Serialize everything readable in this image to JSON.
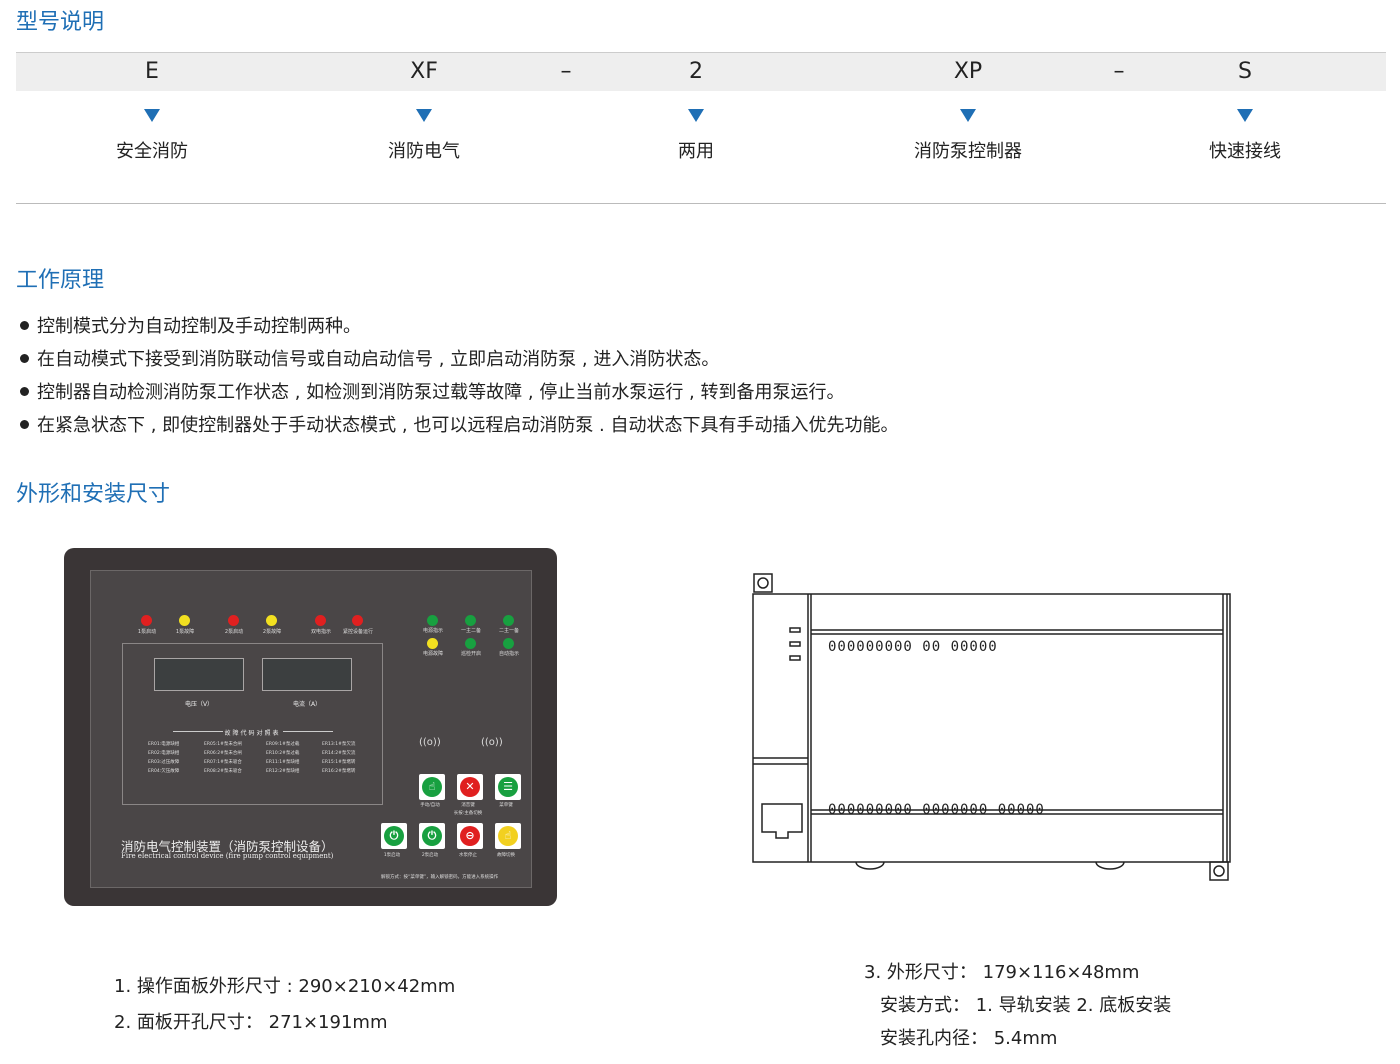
{
  "sections": {
    "model": "型号说明",
    "principle": "工作原理",
    "dimensions": "外形和安装尺寸"
  },
  "model_code": [
    {
      "code": "E",
      "meaning": "安全消防"
    },
    {
      "code": "XF",
      "meaning": "消防电气"
    },
    {
      "code": "2",
      "meaning": "两用"
    },
    {
      "code": "XP",
      "meaning": "消防泵控制器"
    },
    {
      "code": "S",
      "meaning": "快速接线"
    }
  ],
  "separator": "–",
  "principle_bullets": [
    "控制模式分为自动控制及手动控制两种。",
    "在自动模式下接受到消防联动信号或自动启动信号 , 立即启动消防泵 , 进入消防状态。",
    "控制器自动检测消防泵工作状态 , 如检测到消防泵过载等故障 , 停止当前水泵运行 , 转到备用泵运行。",
    "在紧急状态下 , 即使控制器处于手动状态模式 , 也可以远程启动消防泵 . 自动状态下具有手动插入优先功能。"
  ],
  "panel": {
    "top_lamps": [
      {
        "label": "1泵启动",
        "color": "#e02020"
      },
      {
        "label": "1泵故障",
        "color": "#f2e020"
      },
      {
        "label": "2泵启动",
        "color": "#e02020"
      },
      {
        "label": "2泵故障",
        "color": "#f2e020"
      },
      {
        "label": "双电指示",
        "color": "#e02020"
      },
      {
        "label": "紧控设备运行",
        "color": "#e02020"
      }
    ],
    "right_lamps": [
      {
        "label": "电源指示",
        "color": "#18a040"
      },
      {
        "label": "一主二备",
        "color": "#18a040"
      },
      {
        "label": "二主一备",
        "color": "#18a040"
      },
      {
        "label": "电源故障",
        "color": "#f2e020"
      },
      {
        "label": "巡检开启",
        "color": "#18a040"
      },
      {
        "label": "自动指示",
        "color": "#18a040"
      }
    ],
    "voltage_label": "电压（V）",
    "current_label": "电流（A）",
    "fault_table_title": "故障代码对照表",
    "fault_codes": [
      [
        "ER01:电源缺相",
        "ER05:1#泵未合闸",
        "ER09:1#泵过载",
        "ER13:1#泵欠流"
      ],
      [
        "ER02:电源缺相",
        "ER06:2#泵未合闸",
        "ER10:2#泵过载",
        "ER14:2#泵欠流"
      ],
      [
        "ER03:过压故障",
        "ER07:1#泵未吸合",
        "ER11:1#泵缺相",
        "ER15:1#泵堵转"
      ],
      [
        "ER04:欠压故障",
        "ER08:2#泵未吸合",
        "ER12:2#泵缺相",
        "ER16:2#泵堵转"
      ]
    ],
    "keys_top": [
      {
        "label": "手动/自动",
        "color": "#18a040",
        "glyph": "☝"
      },
      {
        "label": "消音键",
        "color": "#e02020",
        "glyph": "✕"
      },
      {
        "label": "菜单键",
        "color": "#18a040",
        "glyph": "☰"
      }
    ],
    "keys_bottom": [
      {
        "label": "1泵启动",
        "color": "#18a040",
        "glyph": "⏻"
      },
      {
        "label": "2泵启动",
        "color": "#18a040",
        "glyph": "⏻"
      },
      {
        "label": "水泵停止",
        "color": "#e02020",
        "glyph": "⊖"
      },
      {
        "label": "故障切换",
        "color": "#f2d020",
        "glyph": "☝"
      }
    ],
    "key_sublabel": "长按:主备切换",
    "title": "消防电气控制装置（消防泵控制设备）",
    "subtitle": "Fire electrical control device (fire pump control equipment)",
    "note": "解锁方式：按“菜单键”，输入解锁密码，方能进入系统操作"
  },
  "controller": {
    "top_terminals": "000000000 00 00000",
    "bottom_terminals": "000000000 0000000 00000"
  },
  "dims_left": [
    "1. 操作面板外形尺寸 : 290×210×42mm",
    "2. 面板开孔尺寸：  271×191mm"
  ],
  "dims_right": [
    "3. 外形尺寸：  179×116×48mm",
    "安装方式：  1. 导轨安装    2. 底板安装",
    "安装孔内径：  5.4mm"
  ]
}
